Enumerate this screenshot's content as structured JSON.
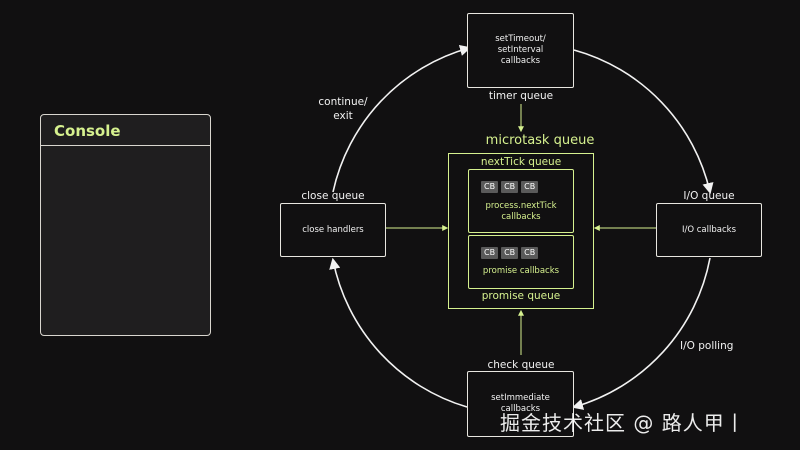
{
  "console": {
    "title": "Console"
  },
  "phases": {
    "timer": {
      "box_lines": [
        "setTimeout/",
        "setInterval",
        "callbacks"
      ],
      "label": "timer queue"
    },
    "io": {
      "box_text": "I/O callbacks",
      "label": "I/O queue"
    },
    "check": {
      "box_lines": [
        "setImmediate",
        "callbacks"
      ],
      "label": "check queue"
    },
    "close": {
      "box_text": "close handlers",
      "label": "close queue"
    }
  },
  "edge_labels": {
    "continue_lines": [
      "continue/",
      "exit"
    ],
    "io_polling": "I/O polling"
  },
  "microtask": {
    "title": "microtask queue",
    "nexttick": {
      "label": "nextTick queue",
      "chips": [
        "CB",
        "CB",
        "CB"
      ],
      "text_lines": [
        "process.nextTick",
        "callbacks"
      ]
    },
    "promise": {
      "label": "promise queue",
      "chips": [
        "CB",
        "CB",
        "CB"
      ],
      "text": "promise callbacks"
    }
  },
  "watermark": "掘金技术社区 @ 路人甲丨",
  "colors": {
    "accent": "#d6f18f",
    "background": "#111011",
    "line": "#e8e6e0"
  }
}
